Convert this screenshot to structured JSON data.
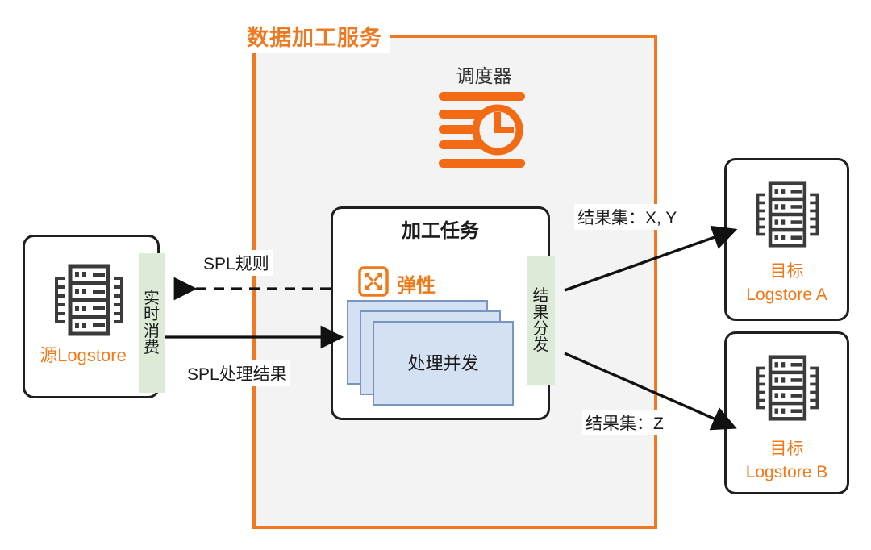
{
  "service": {
    "title": "数据加工服务",
    "frame_color": "#ED7A22",
    "bg_color": "#F3F3F3"
  },
  "scheduler": {
    "label": "调度器",
    "icon": "scheduler-clock-icon",
    "color": "#F26B14"
  },
  "source": {
    "icon": "server-rack-icon",
    "label": "源Logstore",
    "label_color": "#F07818",
    "strip": {
      "text": "实时消费",
      "chars": [
        "实",
        "时",
        "消",
        "费"
      ],
      "bg_color": "#DCEBD8"
    }
  },
  "task": {
    "title": "加工任务",
    "elastic": {
      "icon": "expand-arrows-icon",
      "label": "弹性",
      "color": "#F07818"
    },
    "concurrency": {
      "label": "处理并发",
      "card_count": 3,
      "card_fill": "#D3E1F2",
      "card_border": "#7795BE"
    },
    "strip": {
      "text": "结果分发",
      "chars": [
        "结",
        "果",
        "分",
        "发"
      ],
      "bg_color": "#DCEBD8"
    }
  },
  "targets": [
    {
      "icon": "server-rack-icon",
      "line1": "目标",
      "line2": "Logstore A",
      "label_color": "#F07818"
    },
    {
      "icon": "server-rack-icon",
      "line1": "目标",
      "line2": "Logstore B",
      "label_color": "#F07818"
    }
  ],
  "edges": {
    "spl_rule": "SPL规则",
    "spl_result": "SPL处理结果",
    "result_xy": "结果集：X, Y",
    "result_z": "结果集：Z"
  }
}
